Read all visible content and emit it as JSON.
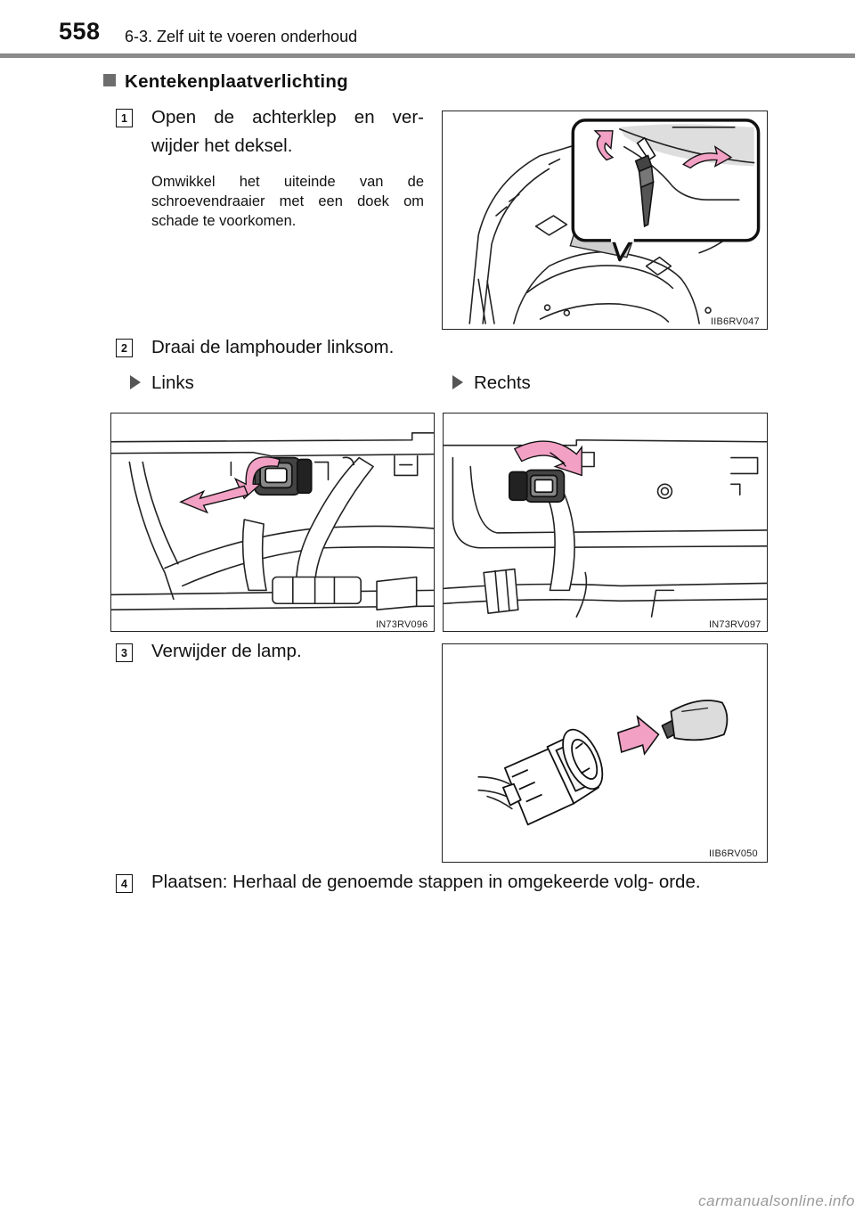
{
  "header": {
    "page_number": "558",
    "chapter": "6-3. Zelf uit te voeren onderhoud"
  },
  "section": {
    "title": "Kentekenplaatverlichting"
  },
  "steps": [
    {
      "number": "1",
      "text": "Open de achterklep en ver- wijder het deksel.",
      "note": "Omwikkel het uiteinde van de schroevendraaier met een doek om schade te voorkomen.",
      "figure_code": "IIB6RV047"
    },
    {
      "number": "2",
      "text": "Draai de lamphouder linksom.",
      "left_label": "Links",
      "right_label": "Rechts",
      "left_figure_code": "IN73RV096",
      "right_figure_code": "IN73RV097"
    },
    {
      "number": "3",
      "text": "Verwijder de lamp.",
      "figure_code": "IIB6RV050"
    },
    {
      "number": "4",
      "text": "Plaatsen: Herhaal de genoemde stappen in omgekeerde volg- orde."
    }
  ],
  "watermark": "carmanualsonline.info",
  "colors": {
    "arrow_pink": "#f2a0c4",
    "rule_gray": "#8a8a8a"
  }
}
